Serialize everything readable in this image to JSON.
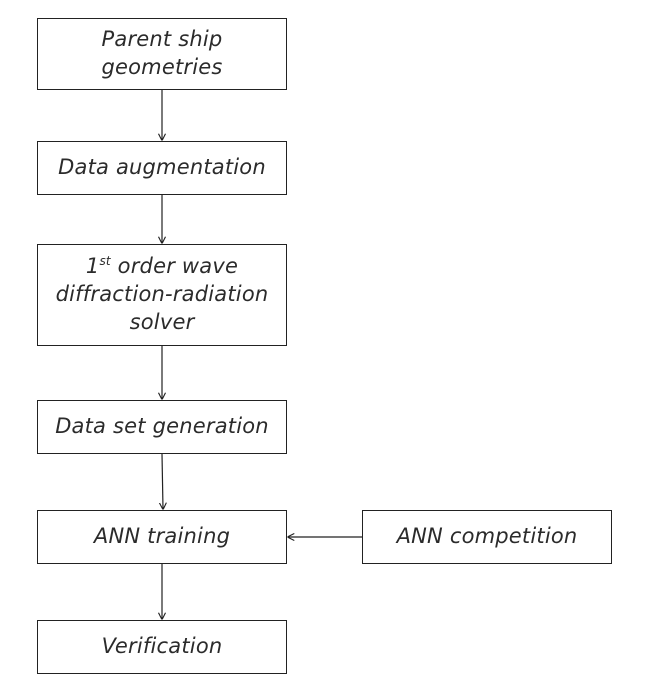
{
  "nodes": {
    "parent_geometries": {
      "line1": "Parent ship",
      "line2": "geometries"
    },
    "data_augmentation": {
      "label": "Data augmentation"
    },
    "wave_solver": {
      "line1_number": "1",
      "line1_superscript": "st",
      "line1_rest": " order wave",
      "line2": "diffraction-radiation",
      "line3": "solver"
    },
    "data_set_generation": {
      "label": "Data set generation"
    },
    "ann_training": {
      "label": "ANN training"
    },
    "ann_competition": {
      "label": "ANN competition"
    },
    "verification": {
      "label": "Verification"
    }
  },
  "colors": {
    "box_border": "#222222",
    "text": "#2b2b2b",
    "arrow": "#222222",
    "background": "#ffffff"
  }
}
